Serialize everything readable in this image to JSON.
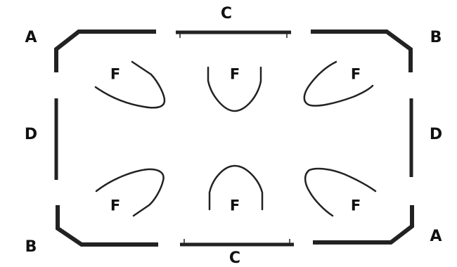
{
  "labels": {
    "top_left": "A",
    "top_right": "B",
    "top_center": "C",
    "left_middle": "D",
    "right_middle": "D",
    "bottom_left": "B",
    "bottom_right": "A",
    "bottom_center": "C",
    "clip_top_left": "F",
    "clip_top_center": "F",
    "clip_top_right": "F",
    "clip_bottom_left": "F",
    "clip_bottom_center": "F",
    "clip_bottom_right": "F"
  },
  "colors": {
    "stroke": "#222222",
    "text": "#111111",
    "background": "#ffffff"
  }
}
